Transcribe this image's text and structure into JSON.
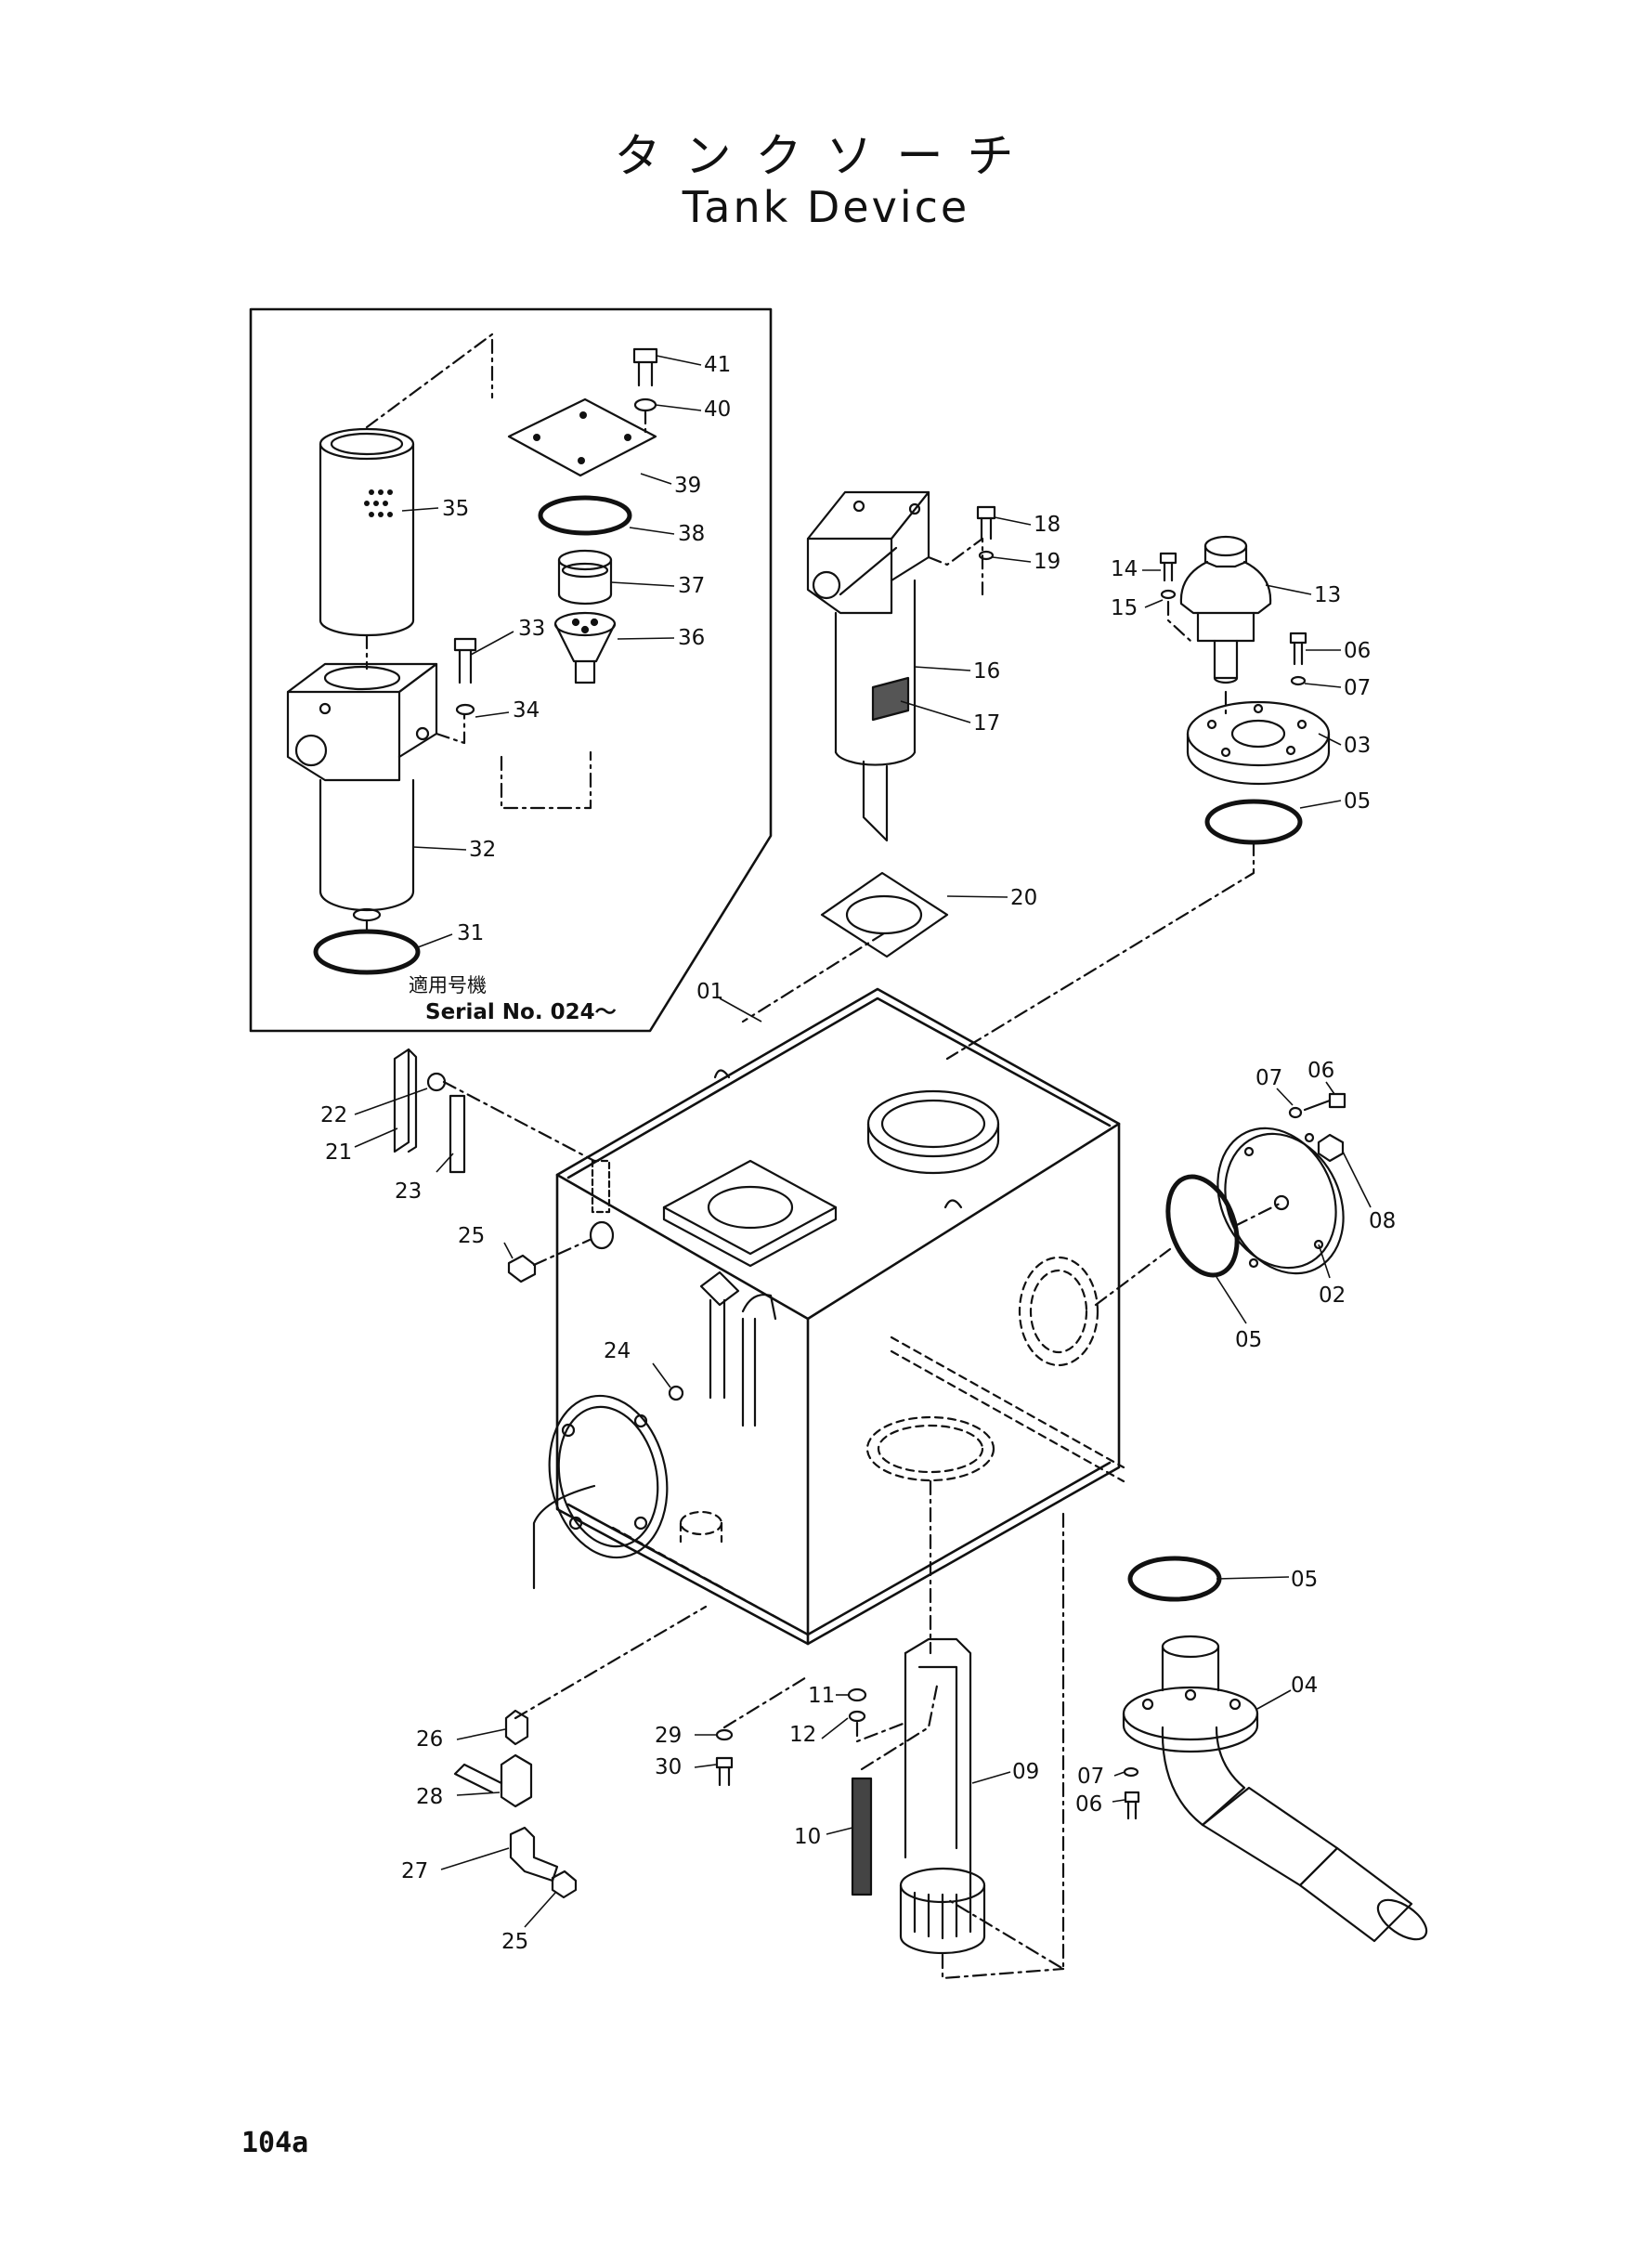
{
  "title_jp": "タンクソーチ",
  "title_en": "Tank Device",
  "inset": {
    "label_jp": "適用号機",
    "label_serial": "Serial No. 024～"
  },
  "page_number": "104a",
  "callouts": {
    "p41": "41",
    "p40": "40",
    "p39": "39",
    "p38": "38",
    "p37": "37",
    "p36": "36",
    "p35": "35",
    "p34": "34",
    "p33": "33",
    "p32": "32",
    "p31": "31",
    "p18": "18",
    "p19": "19",
    "p16": "16",
    "p17": "17",
    "p20": "20",
    "p14": "14",
    "p15": "15",
    "p13": "13",
    "p06a": "06",
    "p07a": "07",
    "p03": "03",
    "p05a": "05",
    "p01": "01",
    "p06b": "06",
    "p07b": "07",
    "p08": "08",
    "p02": "02",
    "p05b": "05",
    "p22": "22",
    "p21": "21",
    "p23": "23",
    "p25a": "25",
    "p24": "24",
    "p05c": "05",
    "p04": "04",
    "p07c": "07",
    "p06c": "06",
    "p11": "11",
    "p12": "12",
    "p29": "29",
    "p30": "30",
    "p09": "09",
    "p10": "10",
    "p26": "26",
    "p28": "28",
    "p27": "27",
    "p25b": "25"
  }
}
